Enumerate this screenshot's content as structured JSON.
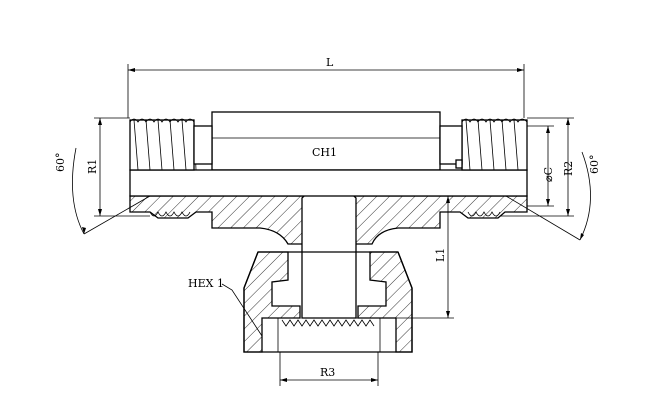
{
  "labels": {
    "length": "L",
    "wrench_flat": "CH1",
    "thread_left": "R1",
    "thread_right": "R2",
    "diameter": "⌀C",
    "angle_left": "60°",
    "angle_right": "60°",
    "branch_length": "L1",
    "hex": "HEX 1",
    "thread_branch": "R3"
  }
}
